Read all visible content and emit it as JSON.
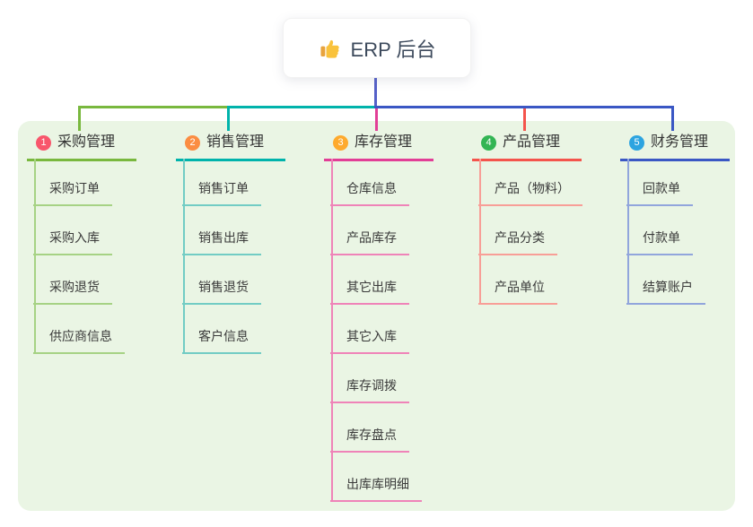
{
  "root": {
    "label": "ERP 后台",
    "icon": "thumbs-up"
  },
  "colors": {
    "background": "#ffffff",
    "panel": "#eaf5e4",
    "root_connector": "#5560c8",
    "root_text": "#3d4a5c",
    "node_text": "#333333"
  },
  "branches": [
    {
      "badge": "1",
      "badge_color": "#f8566c",
      "line_color": "#79b83e",
      "sub_line_color": "#a6d284",
      "label": "采购管理",
      "children": [
        "采购订单",
        "采购入库",
        "采购退货",
        "供应商信息"
      ]
    },
    {
      "badge": "2",
      "badge_color": "#fb8d42",
      "line_color": "#00b3ab",
      "sub_line_color": "#72ccc4",
      "label": "销售管理",
      "children": [
        "销售订单",
        "销售出库",
        "销售退货",
        "客户信息"
      ]
    },
    {
      "badge": "3",
      "badge_color": "#feaa2d",
      "line_color": "#e23e96",
      "sub_line_color": "#ef83b8",
      "label": "库存管理",
      "children": [
        "仓库信息",
        "产品库存",
        "其它出库",
        "其它入库",
        "库存调拨",
        "库存盘点",
        "出库库明细"
      ]
    },
    {
      "badge": "4",
      "badge_color": "#33b554",
      "line_color": "#f4544c",
      "sub_line_color": "#f89e97",
      "label": "产品管理",
      "children": [
        "产品（物料）",
        "产品分类",
        "产品单位"
      ]
    },
    {
      "badge": "5",
      "badge_color": "#2da4e0",
      "line_color": "#3a57c4",
      "sub_line_color": "#91a5dc",
      "label": "财务管理",
      "children": [
        "回款单",
        "付款单",
        "结算账户"
      ]
    }
  ]
}
